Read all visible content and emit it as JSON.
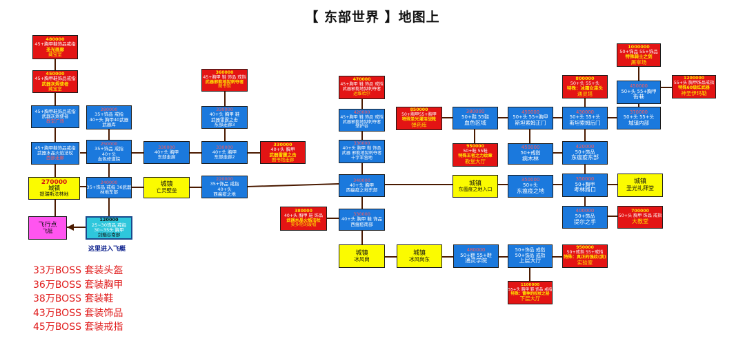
{
  "title": "【 东部世界 】地图上",
  "fly_note": "这里进入飞艇",
  "legend": [
    "33万BOSS  套装头盔",
    "36万BOSS  套装胸甲",
    "38万BOSS  套装鞋",
    "43万BOSS  套装饰品",
    "45万BOSS  套装戒指"
  ],
  "colors": {
    "blue": "#1b79dd",
    "red": "#e31414",
    "yellow": "#fbfb00",
    "cyan": "#2ec7dc",
    "pink": "#ff55f0",
    "wire": "#4a1a00"
  },
  "nodes": [
    {
      "id": "n480k",
      "color": "red",
      "lines": [
        "480000",
        "45+胸甲鞋饰品戒指",
        "圣光画廊",
        "藏宝室"
      ]
    },
    {
      "id": "n450k",
      "color": "red",
      "lines": [
        "450000",
        "45+胸甲鞋饰品戒指",
        "武器灰烬使者",
        "藏宝室"
      ]
    },
    {
      "id": "n-jiaotang",
      "color": "blue",
      "lines": [
        "45+胸甲鞋饰品戒指",
        "武器灰烬使者",
        "教堂广场"
      ]
    },
    {
      "id": "n-wuqiku",
      "color": "blue",
      "lines": [
        "280000",
        "35+饰品 戒指",
        "40+头 胸甲40武器",
        "武器库"
      ]
    },
    {
      "id": "n-xibu",
      "color": "blue",
      "lines": [
        "45+胸甲鞋饰品戒指",
        "武器水晶火焰法杖",
        "西部走廊"
      ]
    },
    {
      "id": "n-xuese",
      "color": "blue",
      "lines": [
        "250000",
        "35+饰品 戒指",
        "40+头",
        "血色修道院"
      ]
    },
    {
      "id": "n-dongbu1",
      "color": "blue",
      "lines": [
        "330000",
        "40+头 胸甲",
        "东部走廊"
      ]
    },
    {
      "id": "n-dongbu3",
      "color": "blue",
      "lines": [
        "330000",
        "40+头 胸甲 鞋",
        "武器雷霆之击",
        "东部走廊3"
      ]
    },
    {
      "id": "n360k",
      "color": "red",
      "lines": [
        "360000",
        "45+胸甲 鞋 饰品 戒指",
        "武器邪能地狱刺夺者",
        "图书馆"
      ]
    },
    {
      "id": "n-dongbu2",
      "color": "blue",
      "lines": [
        "330000",
        "40+头 胸甲",
        "东部走廊2"
      ]
    },
    {
      "id": "n330k",
      "color": "red",
      "lines": [
        "330000",
        "40+头 胸甲",
        "武器雷霆之击",
        "图书馆走廊"
      ]
    },
    {
      "id": "n-tirui",
      "color": "yellow",
      "lines": [
        "270000",
        "城镇",
        "提瑞斯法林地"
      ]
    },
    {
      "id": "n-linde",
      "color": "blue",
      "lines": [
        "240000",
        "35+饰品 戒指 36武器",
        "林地东部"
      ]
    },
    {
      "id": "n-wangling",
      "color": "yellow",
      "lines": [
        "城镇",
        "亡灵壁垒"
      ]
    },
    {
      "id": "n-xiwen",
      "color": "blue",
      "lines": [
        "220000",
        "35+饰品 戒指",
        "40+头",
        "西瘟疫之地"
      ]
    },
    {
      "id": "n-feixing",
      "color": "pink",
      "lines": [
        "飞行点",
        "飞艇"
      ]
    },
    {
      "id": "n-jianmao",
      "color": "cyan",
      "lines": [
        "120000",
        "25~30饰品 戒指",
        "30~35头 胸甲",
        "剑鲻谷南部"
      ]
    },
    {
      "id": "n470k",
      "color": "red",
      "lines": [
        "470000",
        "45+胸甲 鞋 饰品 戒指",
        "武器邪能地狱刺夺者",
        "达维哈尔"
      ]
    },
    {
      "id": "n-bihu",
      "color": "blue",
      "lines": [
        "420000",
        "45+胸甲 鞋 饰品 戒指",
        "武器邪能地狱刺夺者",
        "壁护谷"
      ]
    },
    {
      "id": "n-shizi",
      "color": "blue",
      "lines": [
        "330000",
        "40+头 胸甲 鞋 饰品",
        "武器 邪能地狱刺夺者",
        "十字军营地"
      ]
    },
    {
      "id": "n-xiwendong",
      "color": "blue",
      "lines": [
        "340000",
        "40+头 胸甲",
        "西瘟疫之地东部"
      ]
    },
    {
      "id": "n-xiwennan",
      "color": "blue",
      "lines": [
        "330000",
        "40+头 胸甲 鞋 饰品",
        "西瘟疫南部"
      ]
    },
    {
      "id": "n380k",
      "color": "red",
      "lines": [
        "380000",
        "40+头 胸甲 鞋 饰品",
        "武器水晶火焰法杖",
        "吴多伦的废墟"
      ]
    },
    {
      "id": "n-bingfenggang",
      "color": "yellow",
      "lines": [
        "城镇",
        "冰风岗"
      ]
    },
    {
      "id": "n-bingfengdong",
      "color": "yellow",
      "lines": [
        "城镇",
        "冰风岗东"
      ]
    },
    {
      "id": "n-tongling",
      "color": "blue",
      "lines": [
        "480000",
        "50+鞋 55+鞋",
        "通灵学院"
      ]
    },
    {
      "id": "n-shangceng",
      "color": "blue",
      "lines": [
        "50+饰品 戒指",
        "50+饰品 戒指",
        "上层大厅"
      ]
    },
    {
      "id": "n950k-shiyan",
      "color": "red",
      "lines": [
        "950000",
        "50+戒指 55+戒指",
        "特殊：真正的强纹(我)",
        "实验室"
      ]
    },
    {
      "id": "n1100k",
      "color": "red",
      "lines": [
        "1100000",
        "55+头 胸甲 鞋 饰品 戒指",
        "特殊：雷神的权杖之秘",
        "下层大厅"
      ]
    },
    {
      "id": "n850k",
      "color": "red",
      "lines": [
        "850000",
        "50+胸甲55+胸甲",
        "特殊圣光濯洁战靴",
        "弹药库"
      ]
    },
    {
      "id": "n-xuesequ",
      "color": "blue",
      "lines": [
        "380000",
        "50+鞋 55鞋",
        "血色区域"
      ]
    },
    {
      "id": "n950k-jiaotang",
      "color": "red",
      "lines": [
        "950000",
        "50+鞋 55鞋",
        "特殊王者之力纹章",
        "教堂大厅"
      ]
    },
    {
      "id": "n-sitan",
      "color": "blue",
      "lines": [
        "450000",
        "50+头 55+胸甲",
        "斯坦索姆正门"
      ]
    },
    {
      "id": "n-bingmu",
      "color": "blue",
      "lines": [
        "450000",
        "50+戒指",
        "病木林"
      ]
    },
    {
      "id": "n800k",
      "color": "red",
      "lines": [
        "800000",
        "50+头 55+头",
        "特殊：冰霜女巫头",
        "通灵塔"
      ]
    },
    {
      "id": "n1000k",
      "color": "red",
      "lines": [
        "1000000",
        "50+饰品 55+饰品",
        "特殊骑士之剑",
        "屠宰场"
      ]
    },
    {
      "id": "n-jiexiang",
      "color": "blue",
      "lines": [
        "450000",
        "50+头 55+胸甲",
        "街巷"
      ]
    },
    {
      "id": "n1200k",
      "color": "red",
      "lines": [
        "1200000",
        "55+头 胸甲饰品戒指",
        "特殊60级红武器",
        "神圣伊玛勒"
      ]
    },
    {
      "id": "n-sitanhou",
      "color": "blue",
      "lines": [
        "430000",
        "50+头 55+头",
        "斯坦索姆后门"
      ]
    },
    {
      "id": "n-chengzhen-nei",
      "color": "blue",
      "lines": [
        "370000",
        "50+头 55+头",
        "城镇内部"
      ]
    },
    {
      "id": "n-dongwenbu",
      "color": "blue",
      "lines": [
        "420000",
        "50+饰品",
        "东瘟疫东部"
      ]
    },
    {
      "id": "n-dongwenru",
      "color": "yellow",
      "lines": [
        "城镇",
        "东瘟疫之地入口"
      ]
    },
    {
      "id": "n-dongwen",
      "color": "blue",
      "lines": [
        "350000",
        "50+头",
        "东瘟疫之地"
      ]
    },
    {
      "id": "n-kaomu",
      "color": "blue",
      "lines": [
        "350000",
        "50+胸甲",
        "考林路口"
      ]
    },
    {
      "id": "n-shengguang",
      "color": "yellow",
      "lines": [
        "城镇",
        "圣光礼拜堂"
      ]
    },
    {
      "id": "n-tier",
      "color": "blue",
      "lines": [
        "400000",
        "50+饰品",
        "提尔之手"
      ]
    },
    {
      "id": "n700k",
      "color": "red",
      "lines": [
        "700000",
        "50+头 胸甲 饰品 戒指",
        "大教堂"
      ]
    }
  ]
}
